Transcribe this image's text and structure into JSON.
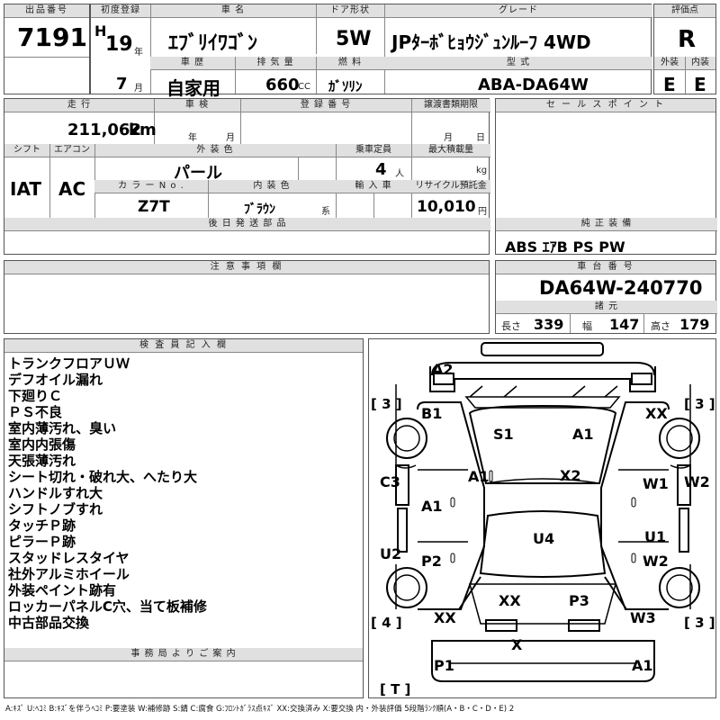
{
  "header": {
    "lot_no_label": "出品番号",
    "lot_no": "7191",
    "first_reg_label": "初度登録",
    "era": "H",
    "year": "19",
    "year_unit": "年",
    "car_name_label": "車 名",
    "car_name": "ｴﾌﾞﾘｲﾜｺﾞﾝ",
    "door_label": "ドア形状",
    "door": "5W",
    "grade_label": "グレード",
    "grade": "JPﾀｰﾎﾞﾋｮｳｼﾞｭﾝﾙｰﾌ 4WD",
    "score_label": "評価点",
    "score": "R",
    "month": "7",
    "month_unit": "月",
    "history_label": "車 歴",
    "history": "自家用",
    "displacement_label": "排 気 量",
    "displacement": "660",
    "cc_unit": "CC",
    "fuel_label": "燃 料",
    "fuel": "ｶﾞｿﾘﾝ",
    "model_label": "型 式",
    "model": "ABA-DA64W",
    "exterior_label": "外装",
    "exterior": "E",
    "interior_label": "内装",
    "interior": "E"
  },
  "info": {
    "mileage_label": "走 行",
    "mileage": "211,062",
    "km_unit": "km",
    "inspection_label": "車 検",
    "year_unit": "年",
    "month_unit": "月",
    "reg_no_label": "登 録 番 号",
    "transfer_label": "譲渡書類期限",
    "day_unit": "日",
    "shift_label": "シフト",
    "shift": "IAT",
    "ac_label": "エアコン",
    "ac": "AC",
    "color_label": "外 装 色",
    "color": "パール",
    "capacity_label": "乗車定員",
    "capacity": "4",
    "capacity_unit": "人",
    "max_load_label": "最大積載量",
    "kg_unit": "kg",
    "color_no_label": "カ ラ ー N o .",
    "color_no": "Z7T",
    "int_color_label": "内 装 色",
    "int_color": "ﾌﾞﾗｳﾝ",
    "int_color_suffix": "系",
    "import_label": "輸 入 車",
    "recycle_label": "リサイクル預託金",
    "recycle": "10,010",
    "yen_unit": "円",
    "later_label": "後 日 発 送 部 品",
    "caution_label": "注 意 事 項 欄",
    "sales_label": "セ ー ル ス ポ イ ン ト",
    "equip_label": "純 正 装 備",
    "equip": "ABS ｴｱB PS PW",
    "chassis_label": "車 台 番 号",
    "chassis": "DA64W-240770",
    "specs_label": "諸 元",
    "length_label": "長さ",
    "length": "339",
    "width_label": "幅",
    "width": "147",
    "height_label": "高さ",
    "height": "179"
  },
  "inspector": {
    "label": "検 査 員 記 入 欄",
    "notes": [
      "トランクフロアＵＷ",
      "デフオイル漏れ",
      "下廻りＣ",
      "ＰＳ不良",
      "室内薄汚れ、臭い",
      "室内内張傷",
      "天張薄汚れ",
      "シート切れ・破れ大、へたり大",
      "ハンドルすれ大",
      "シフトノブすれ",
      "タッチＰ跡",
      "ピラーＰ跡",
      "スタッドレスタイヤ",
      "社外アルミホイール",
      "外装ペイント跡有",
      "ロッカーパネルC穴、当て板補修",
      "中古部品交換"
    ],
    "office_label": "事 務 局 よ り ご 案 内"
  },
  "diagram": {
    "tires": {
      "front_left": "[ 3 ]",
      "front_right": "[ 3 ]",
      "rear_left": "[ 4 ]",
      "rear_right": "[ 3 ]",
      "spare": "[ T ]"
    },
    "marks": {
      "a2_top": "A2",
      "b1": "B1",
      "xx_fr": "XX",
      "s1": "S1",
      "a1_roof": "A1",
      "c3": "C3",
      "a1_pillar": "A1",
      "x2": "X2",
      "w1_r": "W1",
      "w2_r": "W2",
      "a1_ldoor": "A1",
      "u4": "U4",
      "u1": "U1",
      "u2": "U2",
      "p2": "P2",
      "w2_rdoor": "W2",
      "xx_rear": "XX",
      "p3": "P3",
      "xx_rl": "XX",
      "w3": "W3",
      "x_bumper": "X",
      "p1": "P1",
      "a1_rear": "A1"
    }
  },
  "legend": "A:ｷｽﾞ U:ﾍｺﾐ B:ｷｽﾞを伴うﾍｺﾐ P:要塗装 W:補修跡 S:錆 C:腐食 G:ﾌﾛﾝﾄｶﾞﾗｽ点ｷｽﾞ XX:交換済み X:要交換 内・外装評価 5段階ﾗﾝｸ順(A・B・C・D・E) 2"
}
